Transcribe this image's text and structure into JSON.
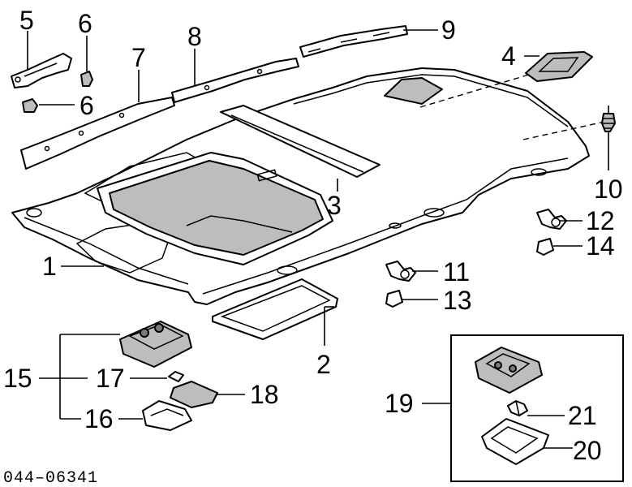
{
  "diagram": {
    "catalog_code": "044–06341",
    "callouts": {
      "c1": "1",
      "c2": "2",
      "c3": "3",
      "c4": "4",
      "c5": "5",
      "c6a": "6",
      "c6b": "6",
      "c7": "7",
      "c8": "8",
      "c9": "9",
      "c10": "10",
      "c11": "11",
      "c12": "12",
      "c13": "13",
      "c14": "14",
      "c15": "15",
      "c16": "16",
      "c17": "17",
      "c18": "18",
      "c19": "19",
      "c20": "20",
      "c21": "21"
    }
  }
}
